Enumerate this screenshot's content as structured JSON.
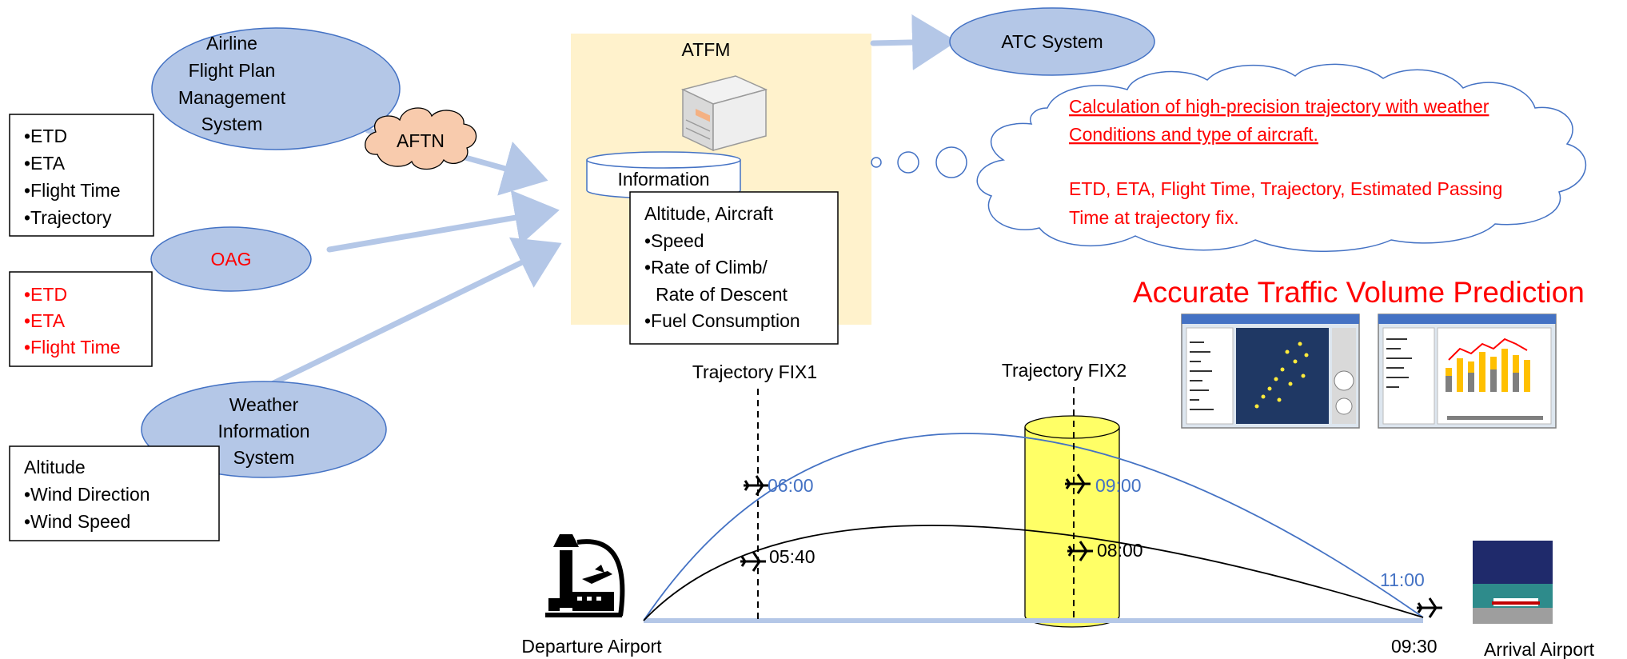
{
  "airline": {
    "lines": [
      "Airline",
      "Flight Plan",
      "Management",
      "System"
    ]
  },
  "airline_box": {
    "items": [
      "•ETD",
      "•ETA",
      "•Flight Time",
      "•Trajectory"
    ]
  },
  "aftn": {
    "label": "AFTN"
  },
  "oag": {
    "label": "OAG"
  },
  "oag_box": {
    "items": [
      "•ETD",
      "•ETA",
      "•Flight Time"
    ]
  },
  "weather": {
    "lines": [
      "Weather",
      "Information",
      "System"
    ]
  },
  "weather_box": {
    "items": [
      "Altitude",
      "•Wind Direction",
      "•Wind Speed"
    ]
  },
  "atfm": {
    "title": "ATFM",
    "db_label": "Information"
  },
  "aircraft_box": {
    "items": [
      "Altitude, Aircraft",
      "•Speed",
      "•Rate of Climb/",
      "Rate of Descent",
      "•Fuel Consumption"
    ]
  },
  "atc": {
    "label": "ATC System"
  },
  "cloud": {
    "line1": "Calculation of high-precision trajectory with weather",
    "line2": "Conditions and type of aircraft.",
    "line3": "ETD, ETA, Flight Time, Trajectory, Estimated Passing",
    "line4": "Time at trajectory fix."
  },
  "prediction": {
    "title": "Accurate Traffic Volume Prediction"
  },
  "trajectory": {
    "fix1": "Trajectory FIX1",
    "fix2": "Trajectory FIX2",
    "upper": {
      "t1": "06:00",
      "t2": "09:00",
      "t3": "11:00"
    },
    "lower": {
      "t1": "05:40",
      "t2": "08:00",
      "t3": "09:30"
    },
    "departure": "Departure Airport",
    "arrival": "Arrival Airport"
  },
  "colors": {
    "ellipse": "#b4c7e7",
    "atfm_bg": "#fff2cc",
    "cylinder": "#ffff66",
    "accent_red": "#ff0000",
    "accent_blue": "#4472c4",
    "aftn_cloud": "#f8cbad"
  }
}
